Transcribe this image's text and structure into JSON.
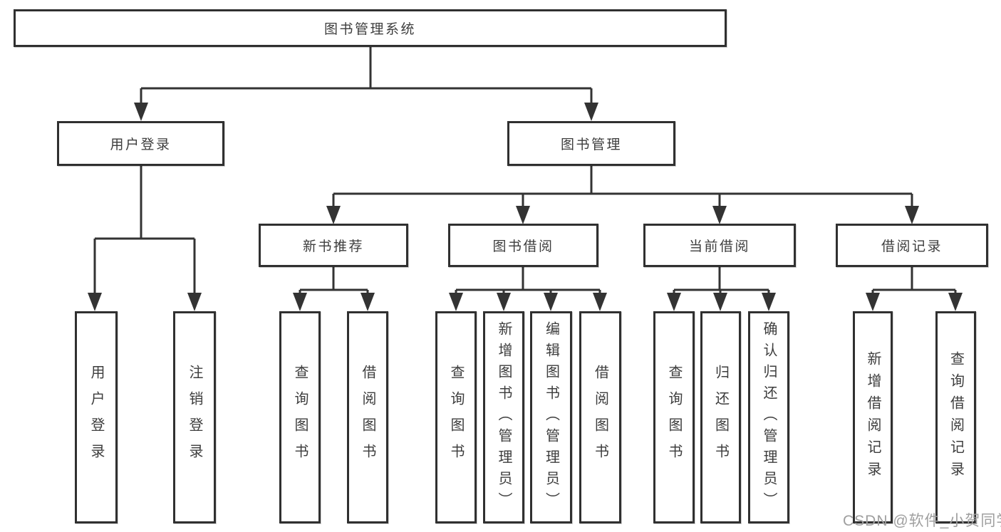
{
  "root": {
    "label": "图书管理系统"
  },
  "branches": [
    {
      "label": "用户登录",
      "leaves": [
        {
          "label": "用户登录"
        },
        {
          "label": "注销登录"
        }
      ]
    },
    {
      "label": "图书管理",
      "sections": [
        {
          "label": "新书推荐",
          "leaves": [
            {
              "label": "查询图书"
            },
            {
              "label": "借阅图书"
            }
          ]
        },
        {
          "label": "图书借阅",
          "leaves": [
            {
              "label": "查询图书"
            },
            {
              "label": "新增图书（管理员）"
            },
            {
              "label": "编辑图书（管理员）"
            },
            {
              "label": "借阅图书"
            }
          ]
        },
        {
          "label": "当前借阅",
          "leaves": [
            {
              "label": "查询图书"
            },
            {
              "label": "归还图书"
            },
            {
              "label": "确认归还（管理员）"
            }
          ]
        },
        {
          "label": "借阅记录",
          "leaves": [
            {
              "label": "新增借阅记录"
            },
            {
              "label": "查询借阅记录"
            }
          ]
        }
      ]
    }
  ],
  "watermark": {
    "text": "CSDN @软件_小贺同学"
  },
  "colors": {
    "line": "#333333",
    "box_border": "#303030",
    "text": "#3d3d3d",
    "watermark": "#9f9f9f",
    "background": "#ffffff"
  }
}
